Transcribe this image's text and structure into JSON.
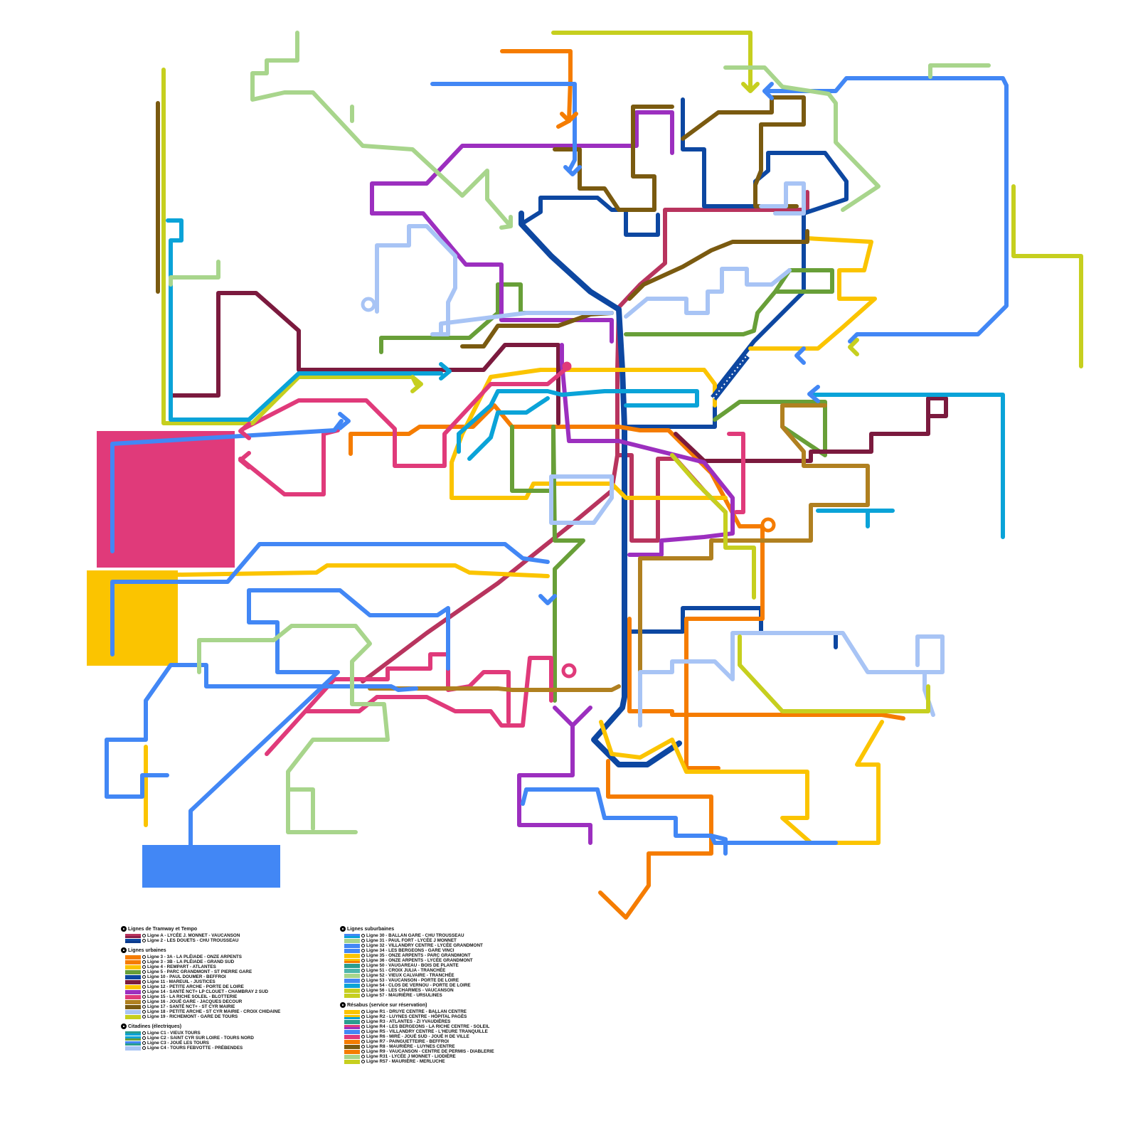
{
  "legend": {
    "sections": [
      {
        "heading": "Lignes de Tramway et Tempo",
        "items": [
          {
            "label": "Ligne A - LYCÉE J. MONNET - VAUCANSON",
            "colors": [
              "#b8345e",
              "#8b1f4a"
            ]
          },
          {
            "label": "Ligne 2 - LES DOUETS - CHU TROUSSEAU",
            "colors": [
              "#0d47a1",
              "#0b3a8c"
            ]
          }
        ]
      },
      {
        "heading": "Lignes urbaines",
        "items": [
          {
            "label": "Ligne 3 - 3A - LA PLÉIADE - ONZE ARPENTS",
            "colors": [
              "#f57c00"
            ]
          },
          {
            "label": "Ligne 3 - 3B - LA PLÉIADE - GRAND SUD",
            "colors": [
              "#f57c00"
            ]
          },
          {
            "label": "Ligne 4 - REMPART - ATLANTES",
            "colors": [
              "#fbc400"
            ]
          },
          {
            "label": "Ligne 5 - PARC GRANDMONT - ST PIERRE GARE",
            "colors": [
              "#689f38"
            ]
          },
          {
            "label": "Ligne 10 - PAUL DOUMER - BEFFROI",
            "colors": [
              "#0d47a1"
            ]
          },
          {
            "label": "Ligne 11 - MAREUIL - JUSTICES",
            "colors": [
              "#7b1a3e"
            ]
          },
          {
            "label": "Ligne 12 - PETITE ARCHE - PORTE DE LOIRE",
            "colors": [
              "#fbc400"
            ]
          },
          {
            "label": "Ligne 14 - SANTÉ NCT+ LP CLOUET - CHAMBRAY 2 SUD",
            "colors": [
              "#9c2fbf"
            ]
          },
          {
            "label": "Ligne 15 - LA RICHE SOLEIL - BLOTTERIE",
            "colors": [
              "#e03a7a"
            ]
          },
          {
            "label": "Ligne 16 - JOUÉ GARE - JACQUES DECOUR",
            "colors": [
              "#b08020"
            ]
          },
          {
            "label": "Ligne 17 - SANTÉ NCT+ - ST CYR MAIRIE",
            "colors": [
              "#7a5a10"
            ]
          },
          {
            "label": "Ligne 18 - PETITE ARCHE - ST CYR MAIRIE - CROIX CHIDAINE",
            "colors": [
              "#a8c4f5"
            ]
          },
          {
            "label": "Ligne 19 - RICHEMONT - GARE DE TOURS",
            "colors": [
              "#c6cf1f"
            ]
          }
        ]
      },
      {
        "heading": "Citadines (électriques)",
        "items": [
          {
            "label": "Ligne C1 - VIEUX TOURS",
            "colors": [
              "#2a9d8f",
              "#0aa3d8"
            ]
          },
          {
            "label": "Ligne C2 - SAINT CYR SUR LOIRE - TOURS NORD",
            "colors": [
              "#0aa3d8",
              "#689f38"
            ]
          },
          {
            "label": "Ligne C3 - JOUÉ LES TOURS",
            "colors": [
              "#4287f5",
              "#2a9d8f"
            ]
          },
          {
            "label": "Ligne C4 - TOURS FEBVOTTE - PRÉBENDES",
            "colors": [
              "#a8c4f5"
            ]
          }
        ]
      }
    ],
    "sections_right": [
      {
        "heading": "Lignes suburbaines",
        "items": [
          {
            "label": "Ligne 30 - BALLAN GARE - CHU TROUSSEAU",
            "colors": [
              "#4287f5",
              "#0aa3d8"
            ]
          },
          {
            "label": "Ligne 31 - PAUL FORT - LYCÉE J MONNET",
            "colors": [
              "#a8d58c"
            ]
          },
          {
            "label": "Ligne 32 - VILLANDRY CENTRE - LYCÉE GRANDMONT",
            "colors": [
              "#4287f5"
            ]
          },
          {
            "label": "Ligne 34 - LES BERGEONS - GARE VINCI",
            "colors": [
              "#4287f5"
            ]
          },
          {
            "label": "Ligne 35 - ONZE ARPENTS - PARC GRANDMONT",
            "colors": [
              "#fbc400"
            ]
          },
          {
            "label": "Ligne 36 - ONZE ARPENTS - LYCÉE GRANDMONT",
            "colors": [
              "#fbc400",
              "#f57c00"
            ]
          },
          {
            "label": "Ligne 50 - VAUGAREAU - BOIS DE PLANTE",
            "colors": [
              "#2a9d8f"
            ]
          },
          {
            "label": "Ligne 51 - CROIX JULIA - TRANCHÉE",
            "colors": [
              "#4db6ac"
            ]
          },
          {
            "label": "Ligne 52 - VIEUX CALVAIRE - TRANCHÉE",
            "colors": [
              "#a8d58c"
            ]
          },
          {
            "label": "Ligne 53 - VAUCANSON - PORTE DE LOIRE",
            "colors": [
              "#4287f5"
            ]
          },
          {
            "label": "Ligne 54 - CLOS DE VERNOU - PORTE DE LOIRE",
            "colors": [
              "#0aa3d8"
            ]
          },
          {
            "label": "Ligne 56 - LES CHARMES - VAUCANSON",
            "colors": [
              "#c6cf1f"
            ]
          },
          {
            "label": "Ligne 57 - MAURIÈRE - URSULINES",
            "colors": [
              "#c6cf1f"
            ]
          }
        ]
      },
      {
        "heading": "Résabus (service sur réservation)",
        "items": [
          {
            "label": "Ligne R1 - DRUYE CENTRE - BALLAN CENTRE",
            "colors": [
              "#fbc400"
            ]
          },
          {
            "label": "Ligne R2 - LUYNES CENTRE - HÔPITAL PAGÈS",
            "colors": [
              "#fbc400",
              "#0aa3d8"
            ]
          },
          {
            "label": "Ligne R3 - ATLANTES - ZI YVAUDIÈRES",
            "colors": [
              "#2a9d8f"
            ]
          },
          {
            "label": "Ligne R4 - LES BERGEONS - LA RICHE CENTRE - SOLEIL",
            "colors": [
              "#e03a7a",
              "#9c2fbf"
            ]
          },
          {
            "label": "Ligne R5 - VILLANDRY CENTRE - L'HEURE TRANQUILLE",
            "colors": [
              "#4287f5"
            ]
          },
          {
            "label": "Ligne R6 - MIRÉ - JOUÉ SUD - JOUÉ H DE VILLE",
            "colors": [
              "#e03a7a"
            ]
          },
          {
            "label": "Ligne R7 - PAINGUETTEIRE - BEFFROI",
            "colors": [
              "#f57c00"
            ]
          },
          {
            "label": "Ligne R8 - MAURIÈRE - LUYNES CENTRE",
            "colors": [
              "#7a5a10"
            ]
          },
          {
            "label": "Ligne R9 - VAUCANSON - CENTRE DE PERMIS - DIABLERIE",
            "colors": [
              "#f57c00"
            ]
          },
          {
            "label": "Ligne R31 - LYCÉE J MONNET - LIODIÈRE",
            "colors": [
              "#a8d58c"
            ]
          },
          {
            "label": "Ligne R57 - MAURIÈRE - MERLUCHE",
            "colors": [
              "#c6cf1f"
            ]
          }
        ]
      }
    ]
  },
  "colors": {
    "tramA": "#b8345e",
    "line2": "#0d47a1",
    "orange": "#f57c00",
    "yellow": "#fbc400",
    "green": "#689f38",
    "darkred": "#7b1a3e",
    "purple": "#9c2fbf",
    "pink": "#e03a7a",
    "ochre": "#b08020",
    "brown": "#7a5a10",
    "lightblue": "#a8c4f5",
    "lime": "#c6cf1f",
    "cyan": "#0aa3d8",
    "blue": "#4287f5",
    "lightgreen": "#a8d58c"
  }
}
